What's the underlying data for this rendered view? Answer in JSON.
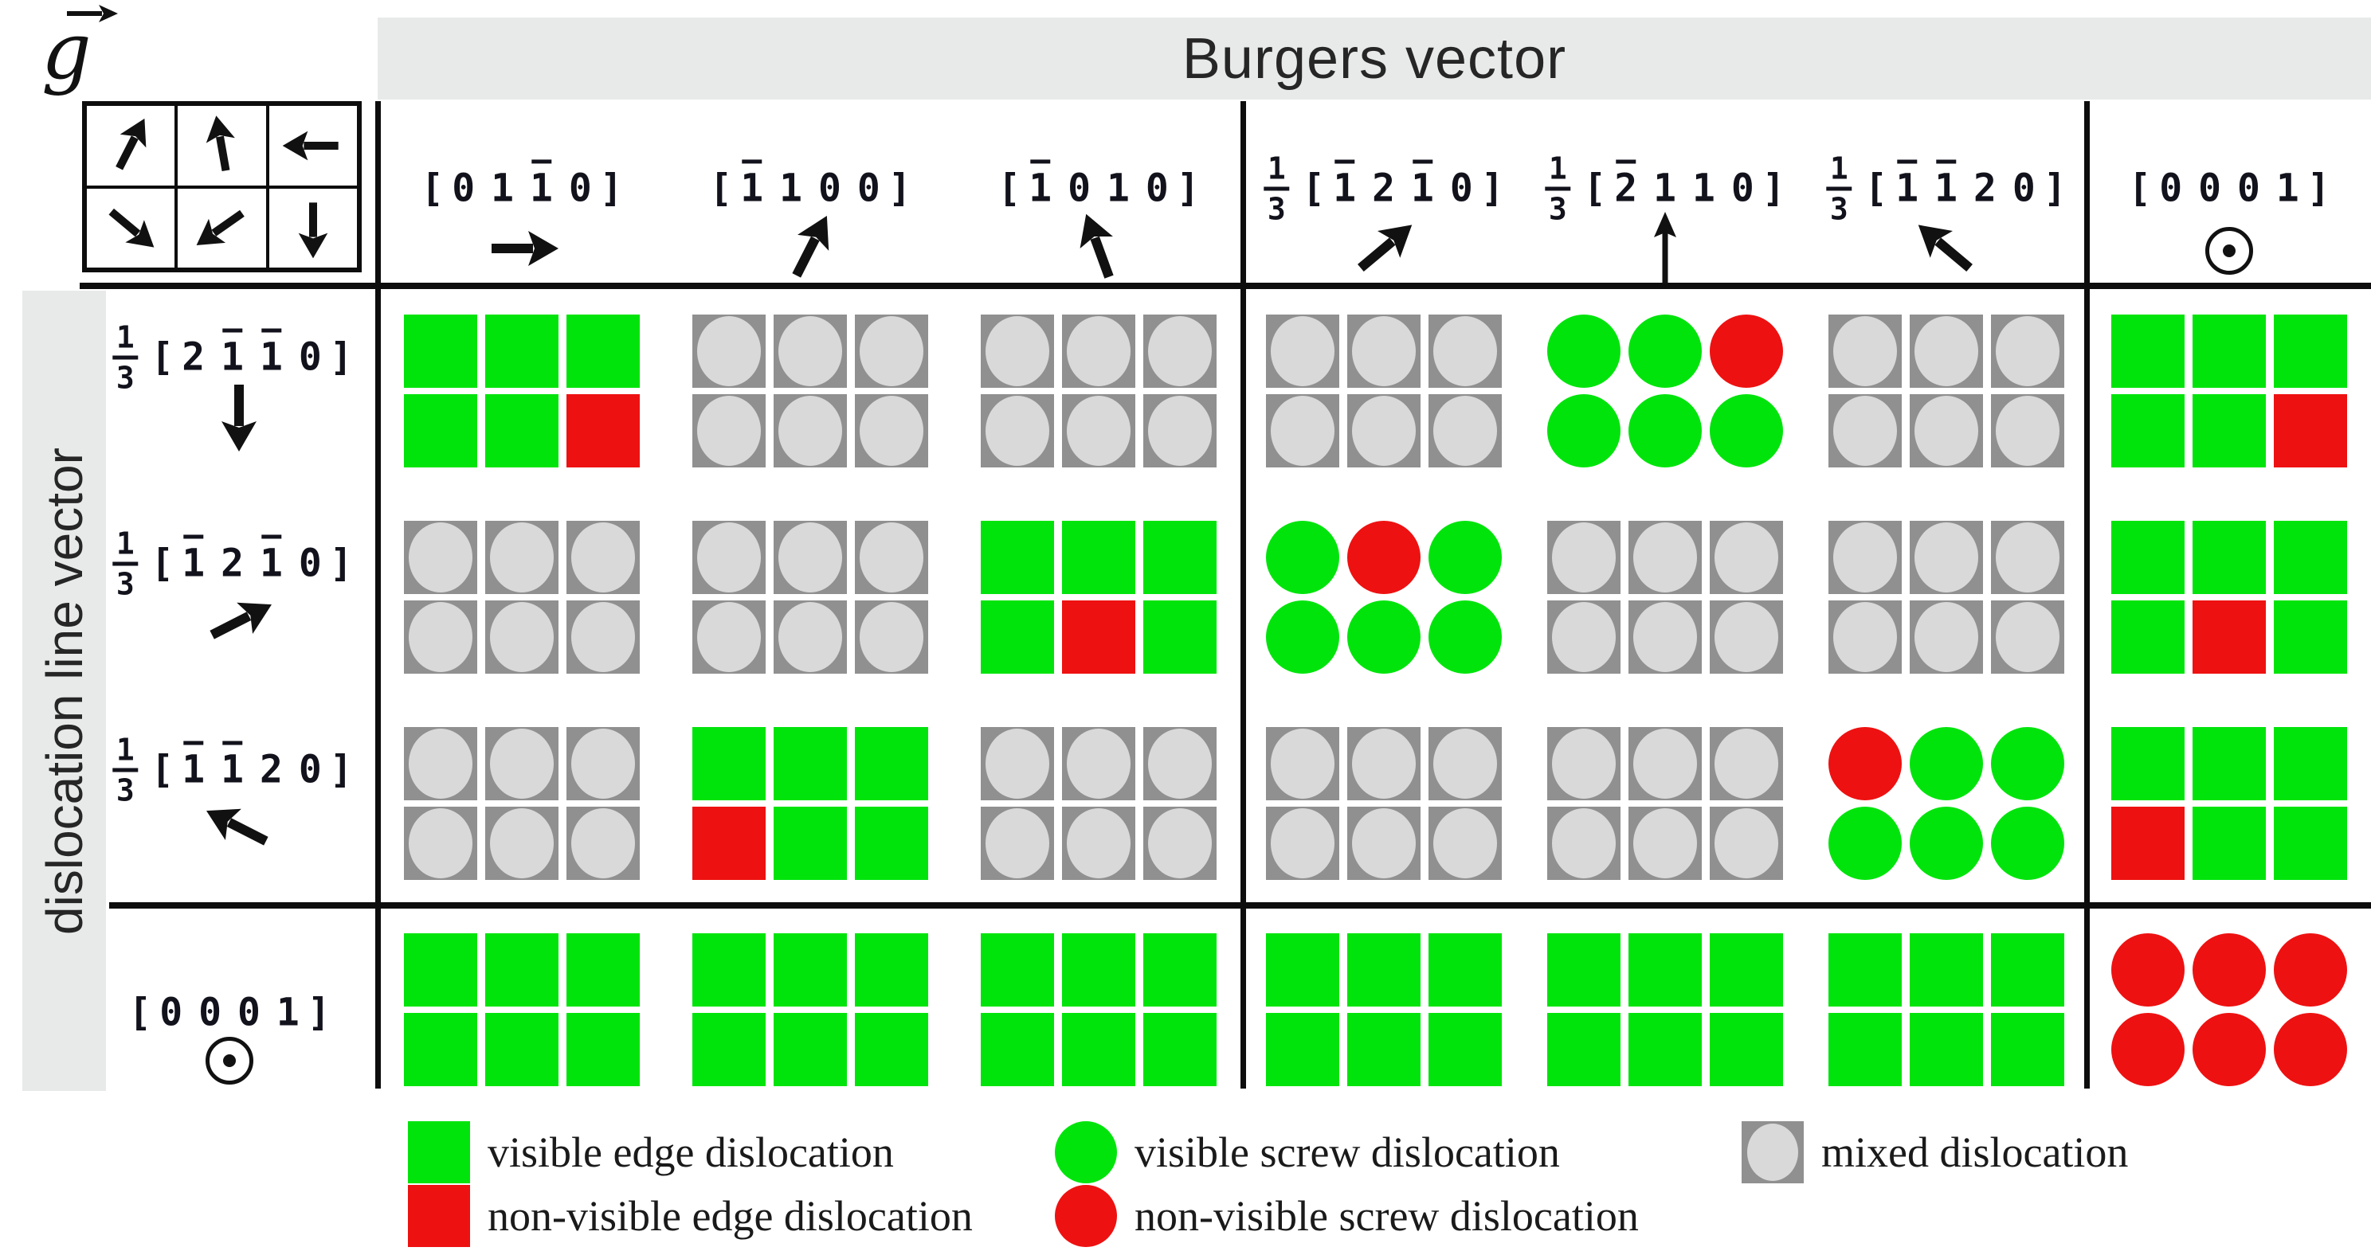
{
  "headers": {
    "g": "g",
    "burgers": "Burgers vector",
    "line_vector": "dislocation line vector"
  },
  "notation": {
    "open_bracket": "[",
    "close_bracket": "]"
  },
  "g_directions_grid": {
    "arrows_deg": [
      63,
      100,
      180,
      -40,
      -145,
      -90
    ]
  },
  "burgers_columns": [
    {
      "prefix": null,
      "vector": [
        "0",
        "1",
        "-1",
        "0"
      ],
      "arrow_deg": 0
    },
    {
      "prefix": null,
      "vector": [
        "-1",
        "1",
        "0",
        "0"
      ],
      "arrow_deg": 63
    },
    {
      "prefix": null,
      "vector": [
        "-1",
        "0",
        "1",
        "0"
      ],
      "arrow_deg": 110
    },
    {
      "prefix": "1/3",
      "vector": [
        "-1",
        "2",
        "-1",
        "0"
      ],
      "arrow_deg": 40
    },
    {
      "prefix": "1/3",
      "vector": [
        "-2",
        "1",
        "1",
        "0"
      ],
      "arrow_deg": 90,
      "thin_arrow": true
    },
    {
      "prefix": "1/3",
      "vector": [
        "-1",
        "-1",
        "2",
        "0"
      ],
      "arrow_deg": 140
    },
    {
      "prefix": null,
      "vector": [
        "0",
        "0",
        "0",
        "1"
      ],
      "symbol": "out-of-plane"
    }
  ],
  "line_rows": [
    {
      "prefix": "1/3",
      "vector": [
        "2",
        "-1",
        "-1",
        "0"
      ],
      "arrow_deg": -90
    },
    {
      "prefix": "1/3",
      "vector": [
        "-1",
        "2",
        "-1",
        "0"
      ],
      "arrow_deg": 27
    },
    {
      "prefix": "1/3",
      "vector": [
        "-1",
        "-1",
        "2",
        "0"
      ],
      "arrow_deg": 153
    },
    {
      "prefix": null,
      "vector": [
        "0",
        "0",
        "0",
        "1"
      ],
      "symbol": "out-of-plane"
    }
  ],
  "cells": [
    [
      "edge:GGG,GGR",
      "mixed",
      "mixed",
      "mixed",
      "screw:GGR,GGG",
      "mixed",
      "edge:GGG,GGR"
    ],
    [
      "mixed",
      "mixed",
      "edge:GGG,GRG",
      "screw:GRG,GGG",
      "mixed",
      "mixed",
      "edge:GGG,GRG"
    ],
    [
      "mixed",
      "edge:GGG,RGG",
      "mixed",
      "mixed",
      "mixed",
      "screw:RGG,GGG",
      "edge:GGG,RGG"
    ],
    [
      "edge:GGG,GGG",
      "edge:GGG,GGG",
      "edge:GGG,GGG",
      "edge:GGG,GGG",
      "edge:GGG,GGG",
      "edge:GGG,GGG",
      "screw:RRR,RRR"
    ]
  ],
  "legend": {
    "items": [
      {
        "shape": "square",
        "color": "green",
        "label": "visible edge dislocation"
      },
      {
        "shape": "square",
        "color": "red",
        "label": "non-visible edge dislocation"
      },
      {
        "shape": "circle",
        "color": "green",
        "label": "visible screw dislocation"
      },
      {
        "shape": "circle",
        "color": "red",
        "label": "non-visible screw dislocation"
      },
      {
        "shape": "mixed",
        "color": "gray",
        "label": "mixed dislocation"
      }
    ]
  },
  "colors": {
    "visible": "#00e40c",
    "non_visible": "#ee1111",
    "mixed_outer": "#909090",
    "mixed_inner": "#d9d9d9",
    "band_bg": "#e8eaea",
    "line": "#0d0d0d",
    "text": "#12121c"
  }
}
